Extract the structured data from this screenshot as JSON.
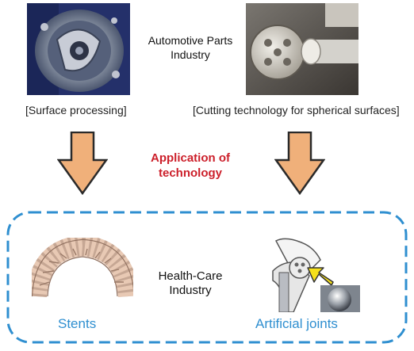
{
  "top": {
    "industry_label_line1": "Automotive Parts",
    "industry_label_line2": "Industry",
    "left_caption": "[Surface processing]",
    "right_caption": "[Cutting technology for spherical surfaces]"
  },
  "middle": {
    "application_line1": "Application of",
    "application_line2": "technology"
  },
  "bottom": {
    "industry_label_line1": "Health-Care",
    "industry_label_line2": "Industry",
    "left_label": "Stents",
    "right_label": "Artificial joints"
  },
  "colors": {
    "arrow_fill": "#f0b07a",
    "arrow_stroke": "#2a2a2a",
    "dashed_border": "#2f8fd0",
    "label_blue": "#2f8fd0",
    "application_red": "#cc1f2a"
  },
  "icons": {
    "left_photo": "rotary-engine-photo",
    "right_photo": "spherical-cutting-machine-photo",
    "stent": "stent-illustration",
    "joint": "artificial-hip-joint-illustration",
    "arrow": "down-arrow-icon"
  }
}
